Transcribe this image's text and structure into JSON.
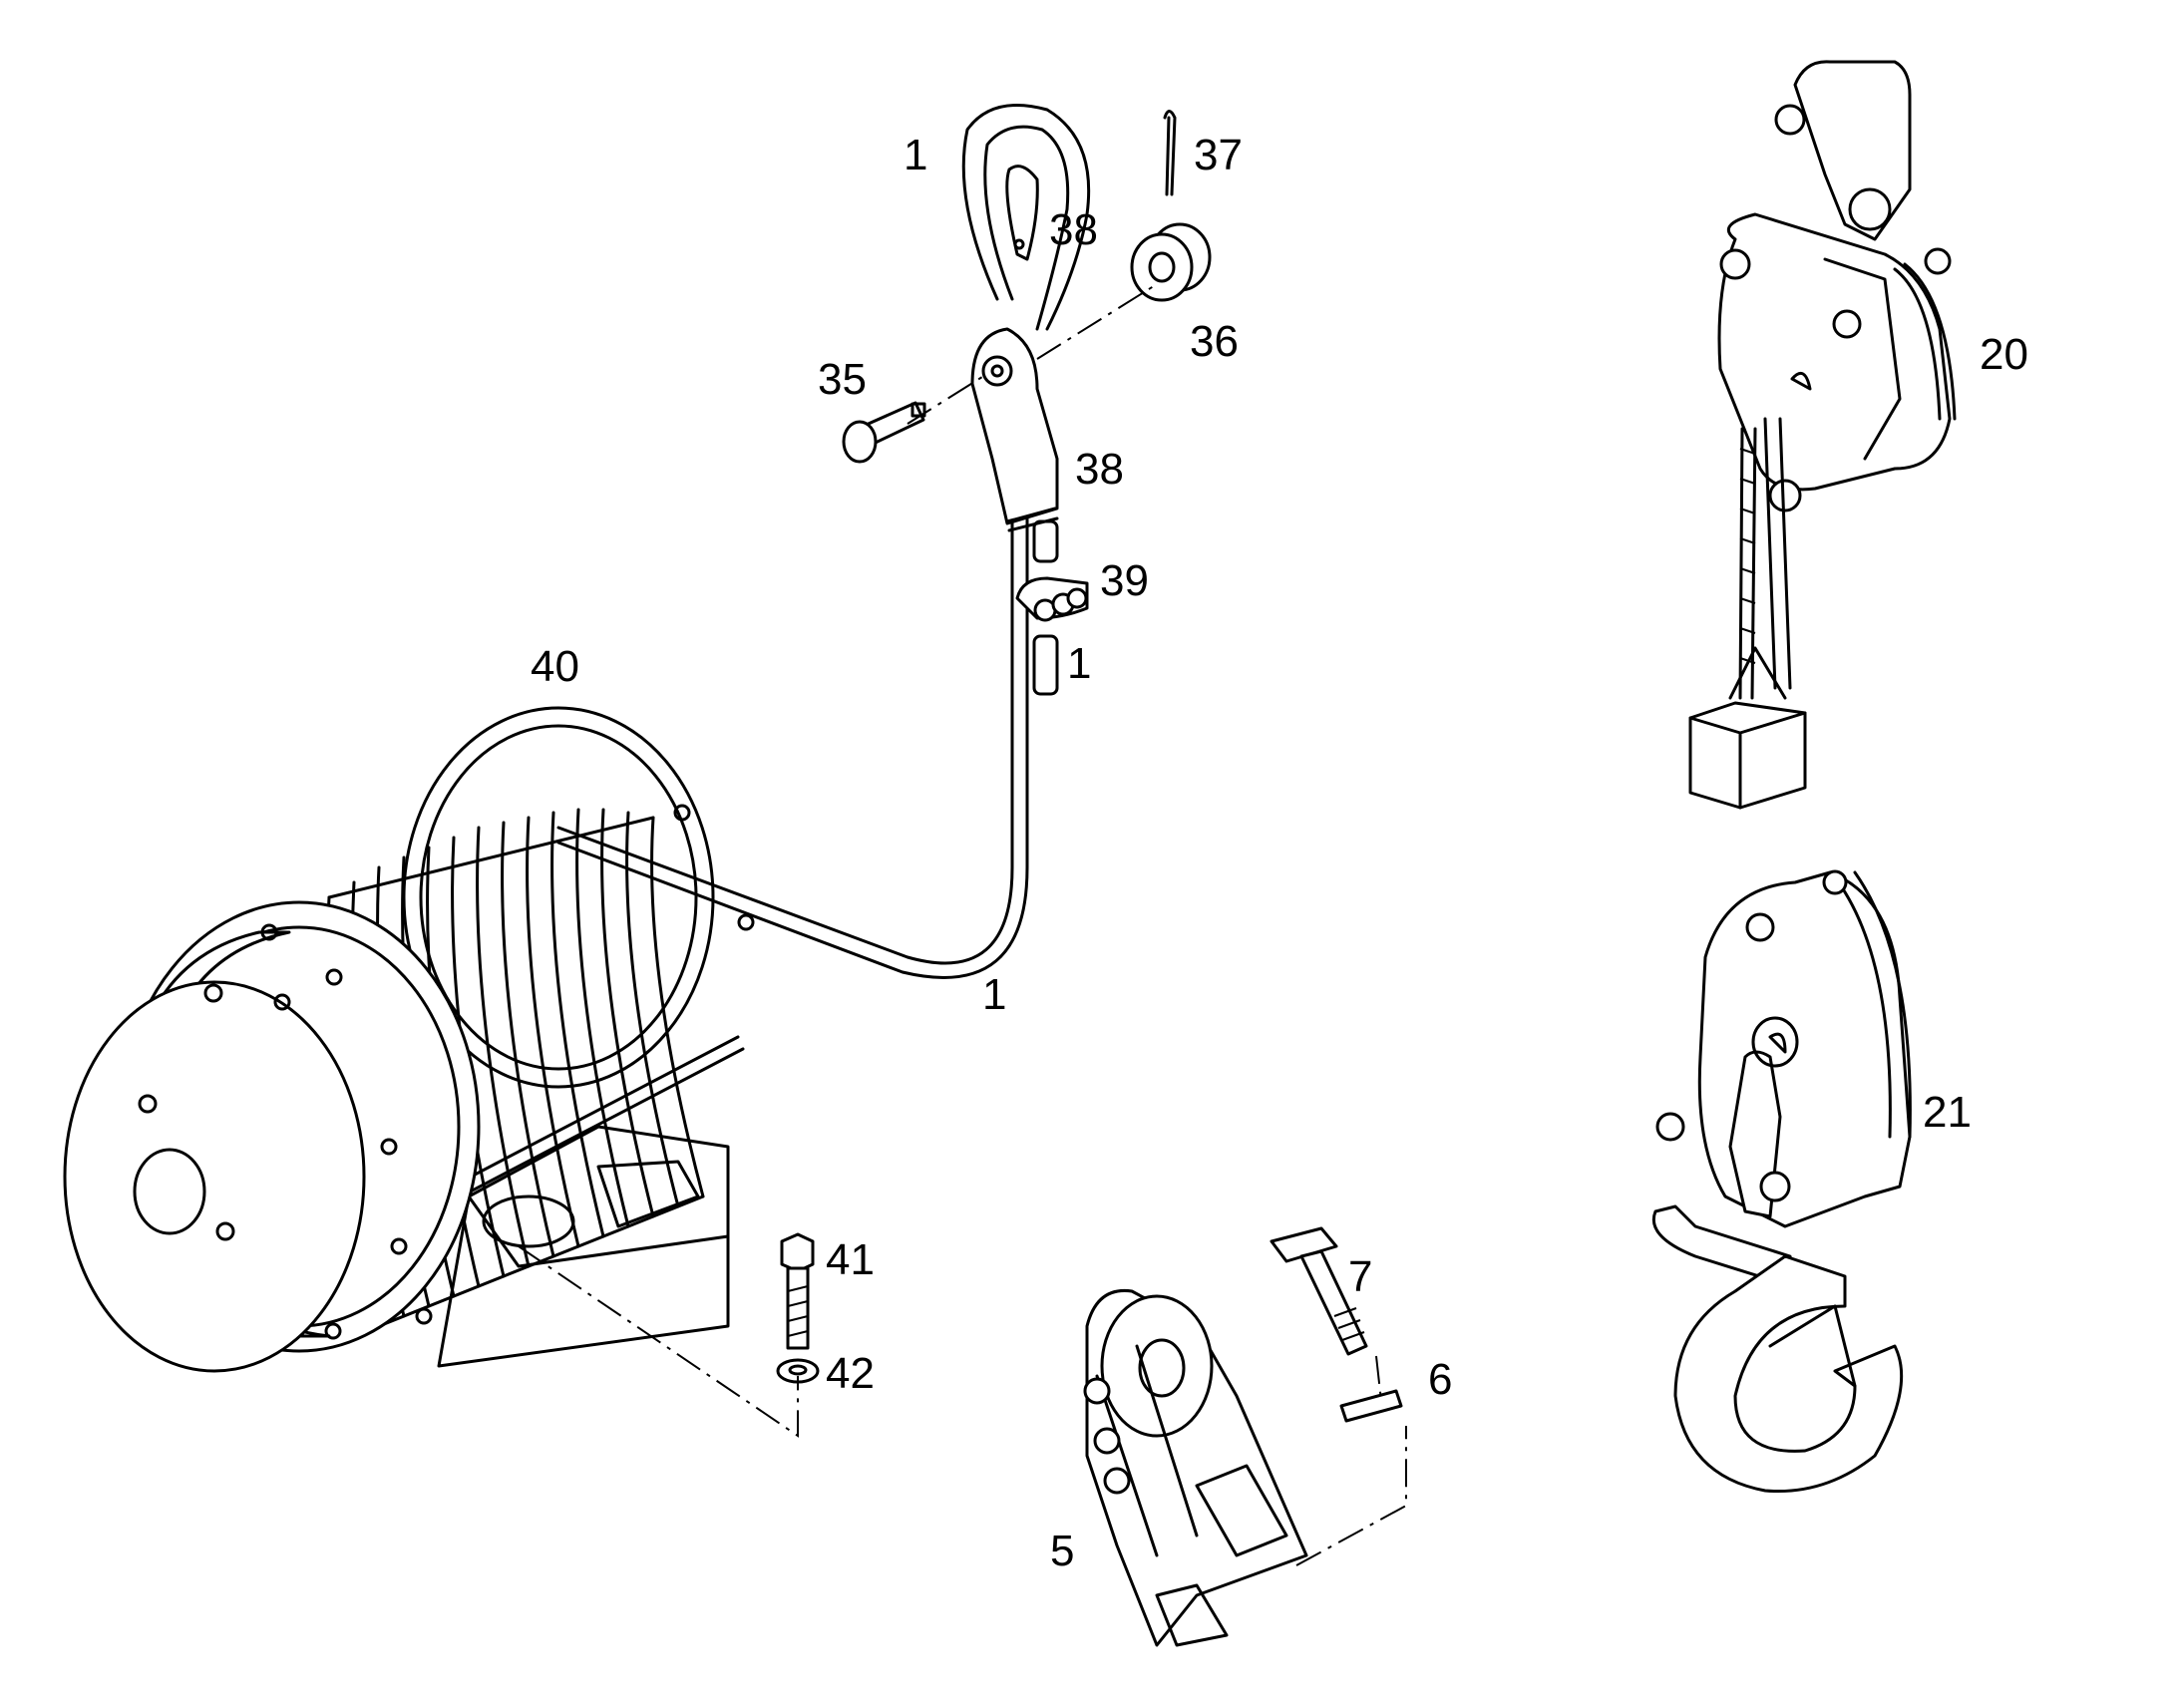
{
  "callouts": {
    "c1_top": "1",
    "c37": "37",
    "c38_top": "38",
    "c36": "36",
    "c35": "35",
    "c38_mid": "38",
    "c39": "39",
    "c1_mid": "1",
    "c40": "40",
    "c1_low": "1",
    "c41": "41",
    "c42": "42",
    "c7": "7",
    "c6": "6",
    "c5": "5",
    "c20": "20",
    "c21": "21"
  },
  "colors": {
    "line": "#000000",
    "background": "#ffffff"
  }
}
